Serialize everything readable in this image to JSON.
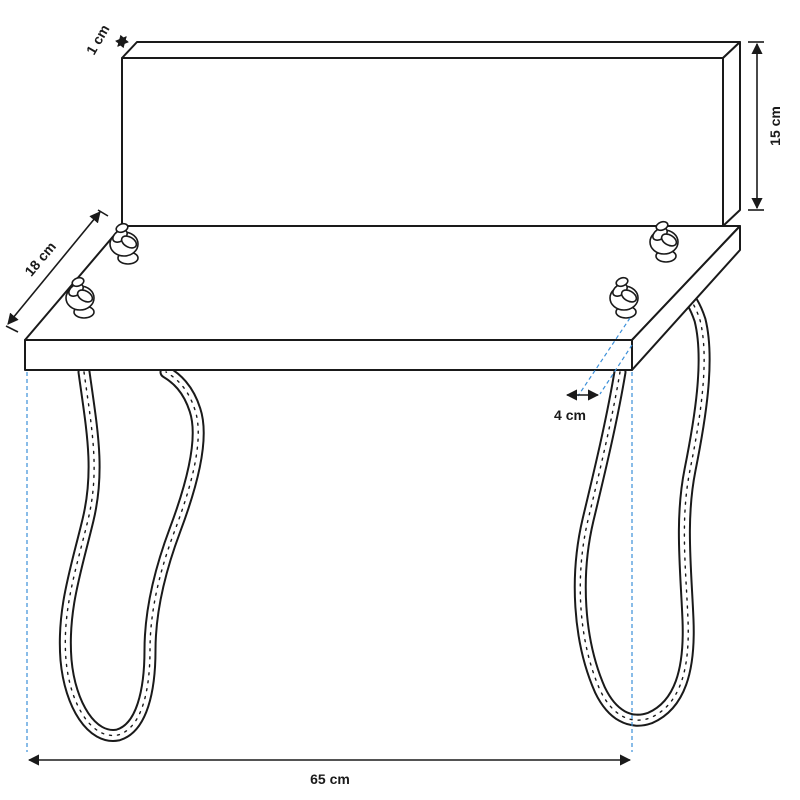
{
  "labels": {
    "thickness": "1 cm",
    "height": "15 cm",
    "depth": "18 cm",
    "offset": "4 cm",
    "width": "65 cm"
  }
}
